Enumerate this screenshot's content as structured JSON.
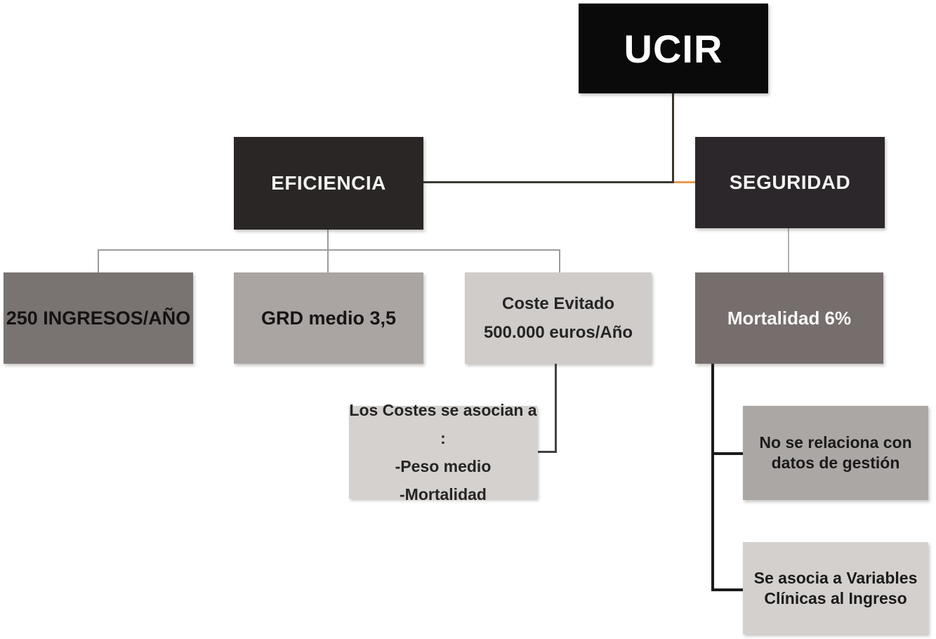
{
  "diagram": {
    "root": {
      "label": "UCIR"
    },
    "level2": {
      "eficiencia": {
        "label": "EFICIENCIA"
      },
      "seguridad": {
        "label": "SEGURIDAD"
      }
    },
    "eficiencia_children": {
      "ingresos": {
        "label": "250 INGRESOS/AÑO"
      },
      "grd": {
        "label": "GRD medio 3,5"
      },
      "coste": {
        "line1": "Coste Evitado",
        "line2": "500.000 euros/Año"
      }
    },
    "coste_note": {
      "line1": "Los Costes se asocian a :",
      "line2": "-Peso medio",
      "line3": "-Mortalidad"
    },
    "seguridad_children": {
      "mortalidad": {
        "label": "Mortalidad 6%"
      }
    },
    "mortalidad_notes": {
      "no_relacion": {
        "line1": "No se relaciona con",
        "line2": "datos de gestión"
      },
      "asocia": {
        "line1": "Se asocia a Variables",
        "line2": "Clínicas al Ingreso"
      }
    },
    "colors": {
      "root_box": "#0b0a0a",
      "level2_box": "#2a2626",
      "taupe_box": "#797372",
      "mid_gray_box": "#aaa5a2",
      "light_gray_box": "#cfccc9",
      "lighter_gray_box": "#d4d1ce",
      "mortalidad_box": "#756e6d",
      "accent_orange": "#e89b52",
      "connector_dark": "#3b3835",
      "connector_light": "#9d9b9b",
      "connector_black": "#1b1b1b"
    }
  }
}
